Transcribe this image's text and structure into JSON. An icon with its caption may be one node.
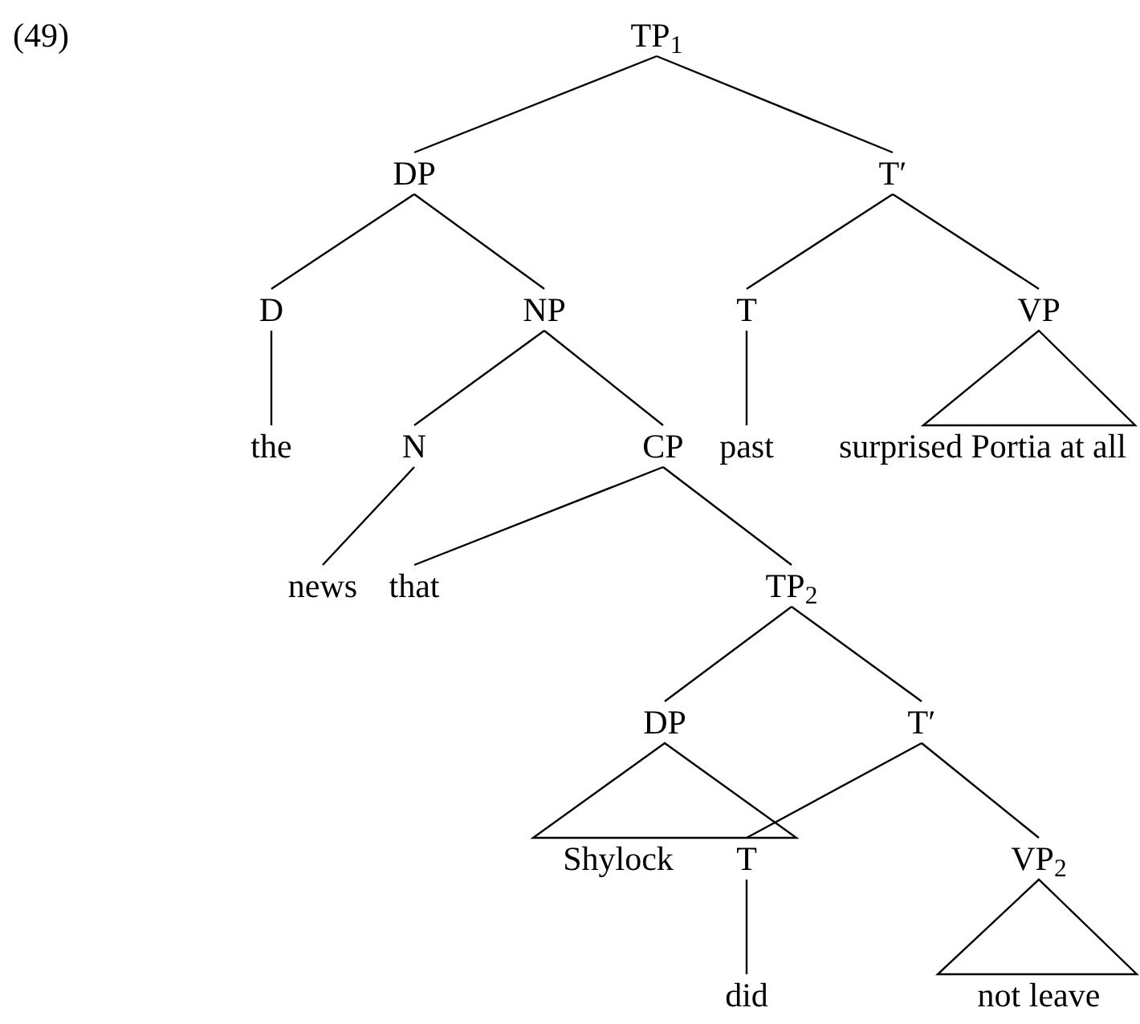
{
  "diagram": {
    "nodes": [
      {
        "text": [
          "TP$_{1}$"
        ]
      },
      {
        "text": [
          "DP"
        ]
      },
      {
        "text": [
          "T′"
        ]
      },
      {
        "text": [
          "D"
        ]
      },
      {
        "text": [
          "NP"
        ]
      },
      {
        "text": [
          "T"
        ]
      },
      {
        "text": [
          "VP"
        ]
      },
      {
        "text": [
          "the"
        ]
      },
      {
        "text": [
          "N"
        ]
      },
      {
        "text": [
          "CP"
        ]
      },
      {
        "text": [
          "past"
        ]
      },
      {
        "text": [
          "surprised Portia at all"
        ]
      },
      {
        "text": [
          "news"
        ]
      },
      {
        "text": [
          "that"
        ]
      },
      {
        "text": [
          "TP$_{2}$"
        ]
      },
      {
        "text": [
          "DP"
        ]
      },
      {
        "text": [
          "T′"
        ]
      },
      {
        "text": [
          "Shylock"
        ]
      },
      {
        "text": [
          "T"
        ]
      },
      {
        "text": [
          "VP$_{2}$"
        ]
      },
      {
        "text": [
          "did"
        ]
      },
      {
        "text": [
          "not leave"
        ]
      }
    ],
    "edges": [
      {
        "from": 0,
        "to": 1,
        "arrow": "none"
      },
      {
        "from": 0,
        "to": 2,
        "arrow": "none"
      },
      {
        "from": 1,
        "to": 3,
        "arrow": "none"
      },
      {
        "from": 1,
        "to": 4,
        "arrow": "none"
      },
      {
        "from": 2,
        "to": 5,
        "arrow": "none"
      },
      {
        "from": 2,
        "to": 6,
        "arrow": "none"
      },
      {
        "from": 3,
        "to": 7,
        "arrow": "none"
      },
      {
        "from": 4,
        "to": 8,
        "arrow": "none"
      },
      {
        "from": 4,
        "to": 9,
        "arrow": "none"
      },
      {
        "from": 5,
        "to": 10,
        "arrow": "none"
      },
      {
        "from": 6,
        "to": 11,
        "arrow": "none"
      },
      {
        "from": 8,
        "to": 12,
        "arrow": "none"
      },
      {
        "from": 9,
        "to": 13,
        "arrow": "none"
      },
      {
        "from": 9,
        "to": 14,
        "arrow": "none"
      },
      {
        "from": 14,
        "to": 15,
        "arrow": "none"
      },
      {
        "from": 14,
        "to": 16,
        "arrow": "none"
      },
      {
        "from": 15,
        "to": 17,
        "arrow": "none"
      },
      {
        "from": 16,
        "to": 18,
        "arrow": "none"
      },
      {
        "from": 16,
        "to": 19,
        "arrow": "none"
      },
      {
        "from": 18,
        "to": 20,
        "arrow": "none"
      },
      {
        "from": 19,
        "to": 21,
        "arrow": "none"
      }
    ],
    "labels": [
      "(49)"
    ]
  }
}
